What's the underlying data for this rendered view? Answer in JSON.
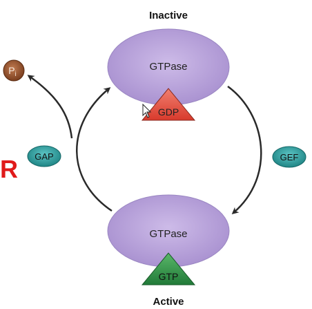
{
  "diagram": {
    "states": {
      "inactive_label": "Inactive",
      "active_label": "Active"
    },
    "inactive_protein": {
      "label": "GTPase",
      "nucleotide": "GDP",
      "nucleotide_color": "#e44a3c"
    },
    "active_protein": {
      "label": "GTPase",
      "nucleotide": "GTP",
      "nucleotide_color": "#2f8a45"
    },
    "regulators": {
      "gap": "GAP",
      "gef": "GEF",
      "regulator_color": "#2a9a9a"
    },
    "phosphate": {
      "symbol": "P",
      "subscript": "i",
      "color": "#8a4a28"
    },
    "side_letter": {
      "text": "R",
      "color": "#e01a1a"
    },
    "protein_color": "#b8a2d8"
  }
}
